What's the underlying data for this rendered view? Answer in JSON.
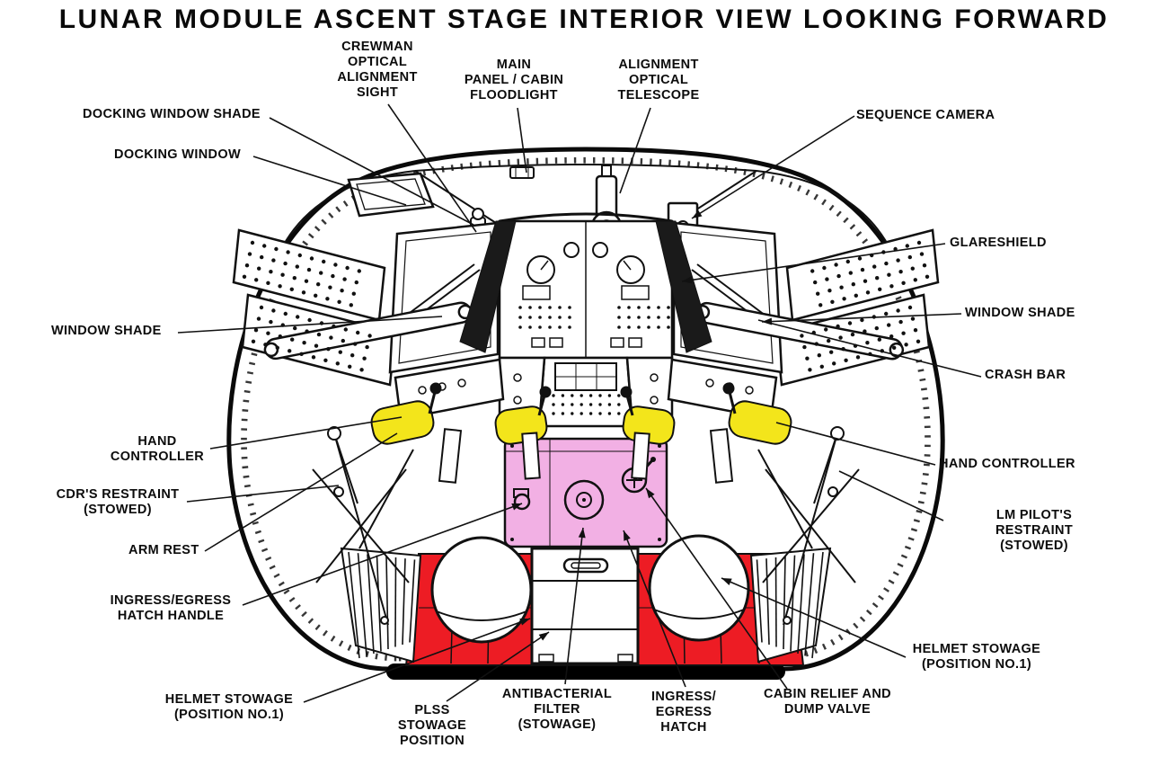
{
  "title": "LUNAR MODULE ASCENT STAGE INTERIOR VIEW LOOKING FORWARD",
  "figure_type": "labeled technical diagram",
  "colors": {
    "ink": "#111111",
    "background": "#ffffff",
    "highlight_yellow": "#f3e51b",
    "highlight_pink": "#f2b0e4",
    "highlight_red": "#ed1c24"
  },
  "labels": [
    {
      "id": "crewman-optical-alignment-sight",
      "text": "CREWMAN\nOPTICAL\nALIGNMENT\nSIGHT"
    },
    {
      "id": "main-panel-cabin-floodlight",
      "text": "MAIN\nPANEL / CABIN\nFLOODLIGHT"
    },
    {
      "id": "alignment-optical-telescope",
      "text": "ALIGNMENT\nOPTICAL\nTELESCOPE"
    },
    {
      "id": "docking-window-shade",
      "text": "DOCKING WINDOW SHADE"
    },
    {
      "id": "docking-window",
      "text": "DOCKING WINDOW"
    },
    {
      "id": "sequence-camera",
      "text": "SEQUENCE CAMERA"
    },
    {
      "id": "glareshield",
      "text": "GLARESHIELD"
    },
    {
      "id": "window-shade-right",
      "text": "WINDOW SHADE"
    },
    {
      "id": "window-shade-left",
      "text": "WINDOW SHADE"
    },
    {
      "id": "crash-bar",
      "text": "CRASH BAR"
    },
    {
      "id": "hand-controller-left",
      "text": "HAND\nCONTROLLER"
    },
    {
      "id": "hand-controller-right",
      "text": "HAND CONTROLLER"
    },
    {
      "id": "cdrs-restraint-stowed",
      "text": "CDR'S RESTRAINT\n(STOWED)"
    },
    {
      "id": "lm-pilots-restraint-stowed",
      "text": "LM PILOT'S RESTRAINT\n(STOWED)"
    },
    {
      "id": "arm-rest",
      "text": "ARM REST"
    },
    {
      "id": "ingress-egress-hatch-handle",
      "text": "INGRESS/EGRESS\nHATCH HANDLE"
    },
    {
      "id": "helmet-stowage-position-1-right",
      "text": "HELMET STOWAGE\n(POSITION NO.1)"
    },
    {
      "id": "helmet-stowage-position-1-left",
      "text": "HELMET STOWAGE\n(POSITION NO.1)"
    },
    {
      "id": "plss-stowage-position",
      "text": "PLSS\nSTOWAGE\nPOSITION"
    },
    {
      "id": "antibacterial-filter-stowage",
      "text": "ANTIBACTERIAL\nFILTER\n(STOWAGE)"
    },
    {
      "id": "ingress-egress-hatch",
      "text": "INGRESS/\nEGRESS\nHATCH"
    },
    {
      "id": "cabin-relief-and-dump-valve",
      "text": "CABIN RELIEF AND\nDUMP VALVE"
    }
  ]
}
